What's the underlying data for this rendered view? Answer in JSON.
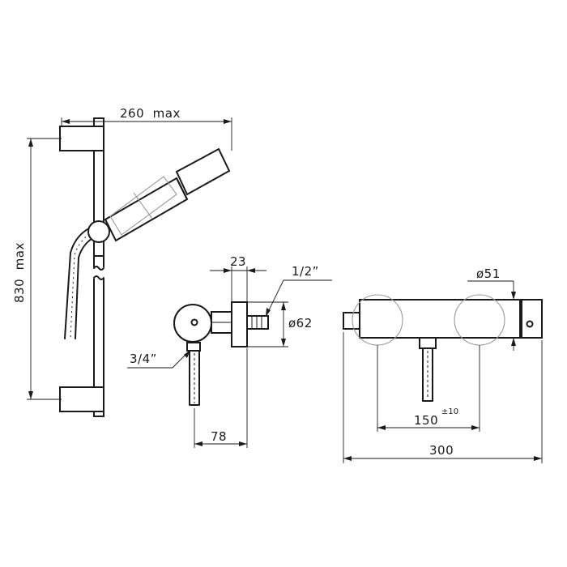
{
  "dimensions": {
    "rail_width": "260  max",
    "rail_height": "830  max",
    "outlet_offset": "23",
    "outlet_thread": "1/2”",
    "body_diameter_side": "ø62",
    "inlet_thread": "3/4”",
    "wall_projection": "78",
    "handle_diameter": "ø51",
    "inlet_spacing": "150",
    "inlet_spacing_tolerance": "±10",
    "mixer_length": "300"
  }
}
